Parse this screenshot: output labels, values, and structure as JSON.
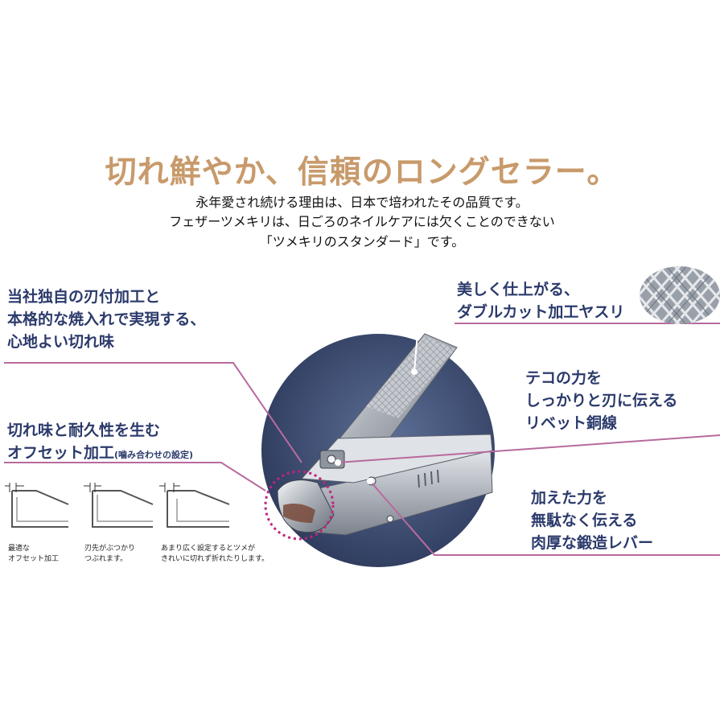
{
  "headline": "切れ鮮やか、信頼のロングセラー。",
  "intro": [
    "永年愛され続ける理由は、日本で培われたその品質です。",
    "フェザーツメキリは、日ごろのネイルケアには欠くことのできない",
    "「ツメキリのスタンダード」です。"
  ],
  "features": {
    "sharpness": {
      "lines": [
        "当社独自の刃付加工と",
        "本格的な焼入れで実現する、",
        "心地よい切れ味"
      ]
    },
    "offset": {
      "line1": "切れ味と耐久性を生む",
      "line2": "オフセット加工",
      "note": "(噛み合わせの設定)"
    },
    "file": {
      "lines": [
        "美しく仕上がる、",
        "ダブルカット加工ヤスリ"
      ]
    },
    "rivet": {
      "lines": [
        "テコの力を",
        "しっかりと刃に伝える",
        "リベット銅線"
      ]
    },
    "lever": {
      "lines": [
        "加えた力を",
        "無駄なく伝える",
        "肉厚な鍛造レバー"
      ]
    }
  },
  "offset_captions": {
    "optimal": [
      "最適な",
      "オフセット加工"
    ],
    "collide": [
      "刃先がぶつかり",
      "つぶれます。"
    ],
    "wide": [
      "あまり広く設定するとツメが",
      "きれいに切れず折れたりします。"
    ]
  },
  "colors": {
    "accent": "#c0237e",
    "navy": "#2b3a6b",
    "gold": "#c89a6b"
  }
}
